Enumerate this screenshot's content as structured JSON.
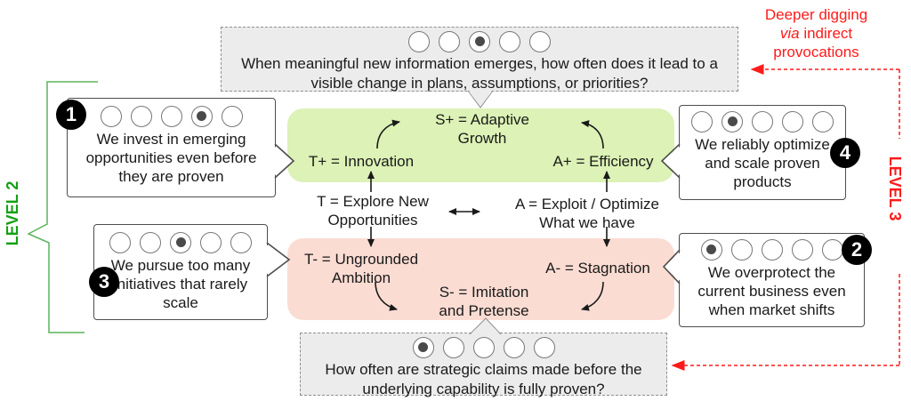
{
  "colors": {
    "green_panel": "#dcf2b6",
    "pink_panel": "#fbdcd3",
    "gray_box": "#ececec",
    "level2_green": "#14a014",
    "level3_red": "#ff1a1a",
    "bracket_green": "#5cb45c",
    "dot_fill": "#4a4a4a"
  },
  "levels": {
    "left": "LEVEL 2",
    "right": "LEVEL 3"
  },
  "annotation": {
    "line1": "Deeper digging",
    "via": "via",
    "line2_rest": " indirect",
    "line3": "provocations"
  },
  "top_question": {
    "text": "When meaningful new information emerges, how often does it lead to a visible change in plans, assumptions, or priorities?",
    "dots": 5,
    "filled": 3
  },
  "bottom_question": {
    "text": "How often are strategic claims made before the underlying capability is fully proven?",
    "dots": 5,
    "filled": 1
  },
  "statements": {
    "s1": {
      "number": "1",
      "text": "We invest in emerging opportunities even before they are proven",
      "dots": 5,
      "filled": 4
    },
    "s2": {
      "number": "2",
      "text": "We overprotect the current business even when market shifts",
      "dots": 5,
      "filled": 1
    },
    "s3": {
      "number": "3",
      "text": "We pursue too many initiatives that rarely scale",
      "dots": 5,
      "filled": 3
    },
    "s4": {
      "number": "4",
      "text": "We reliably optimize and scale proven products",
      "dots": 5,
      "filled": 2
    }
  },
  "model": {
    "s_plus": "S+ = Adaptive Growth",
    "t_plus": "T+ = Innovation",
    "a_plus": "A+ = Efficiency",
    "t": "T =  Explore New Opportunities",
    "a": "A = Exploit / Optimize What we have",
    "t_minus": "T- = Ungrounded Ambition",
    "a_minus": "A- = Stagnation",
    "s_minus": "S- = Imitation and Pretense"
  }
}
